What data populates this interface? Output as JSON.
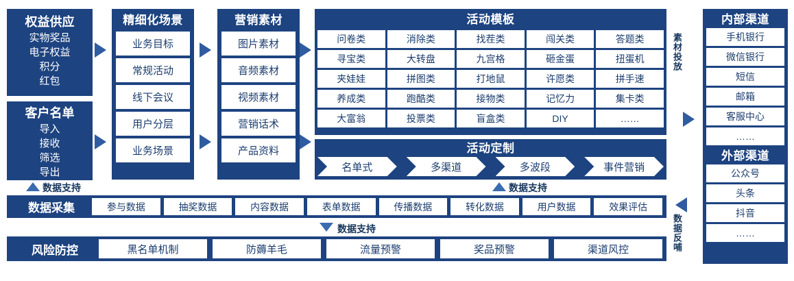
{
  "left_column": {
    "supply": {
      "title": "权益供应",
      "items": [
        "实物奖品",
        "电子权益",
        "积分",
        "红包"
      ]
    },
    "customer_list": {
      "title": "客户名单",
      "items": [
        "导入",
        "接收",
        "筛选",
        "导出"
      ]
    }
  },
  "scene_column": {
    "title": "精细化场景",
    "items": [
      "业务目标",
      "常规活动",
      "线下会议",
      "用户分层",
      "业务场景"
    ]
  },
  "material_column": {
    "title": "营销素材",
    "items": [
      "图片素材",
      "音频素材",
      "视频素材",
      "营销话术",
      "产品资料"
    ]
  },
  "templates": {
    "title": "活动模板",
    "items": [
      "问卷类",
      "消除类",
      "找茬类",
      "闯关类",
      "答题类",
      "寻宝类",
      "大转盘",
      "九宫格",
      "砸金蛋",
      "扭蛋机",
      "夹娃娃",
      "拼图类",
      "打地鼠",
      "许愿类",
      "拼手速",
      "养成类",
      "跑酷类",
      "接物类",
      "记忆力",
      "集卡类",
      "大富翁",
      "投票类",
      "盲盒类",
      "DIY",
      "……"
    ]
  },
  "customization": {
    "title": "活动定制",
    "steps": [
      "名单式",
      "多渠道",
      "多波段",
      "事件营销"
    ]
  },
  "channels": {
    "internal_title": "内部渠道",
    "internal_items": [
      "手机银行",
      "微信银行",
      "短信",
      "邮箱",
      "客服中心",
      "……"
    ],
    "external_title": "外部渠道",
    "external_items": [
      "公众号",
      "头条",
      "抖音",
      "……"
    ]
  },
  "side_labels": {
    "material_delivery": "素材投放",
    "data_feedback": "数据反哺"
  },
  "data_collection": {
    "label": "数据采集",
    "items": [
      "参与数据",
      "抽奖数据",
      "内容数据",
      "表单数据",
      "传播数据",
      "转化数据",
      "用户数据",
      "效果评估"
    ]
  },
  "risk_control": {
    "label": "风险防控",
    "items": [
      "黑名单机制",
      "防薅羊毛",
      "流量预警",
      "奖品预警",
      "渠道风控"
    ]
  },
  "support_labels": {
    "left": "数据支持",
    "middle": "数据支持",
    "bottom": "数据支持"
  },
  "colors": {
    "panel_blue": "#1d4380",
    "arrow_blue": "#2f5ca0",
    "text_navy": "#16365c",
    "box_white": "#ffffff"
  }
}
